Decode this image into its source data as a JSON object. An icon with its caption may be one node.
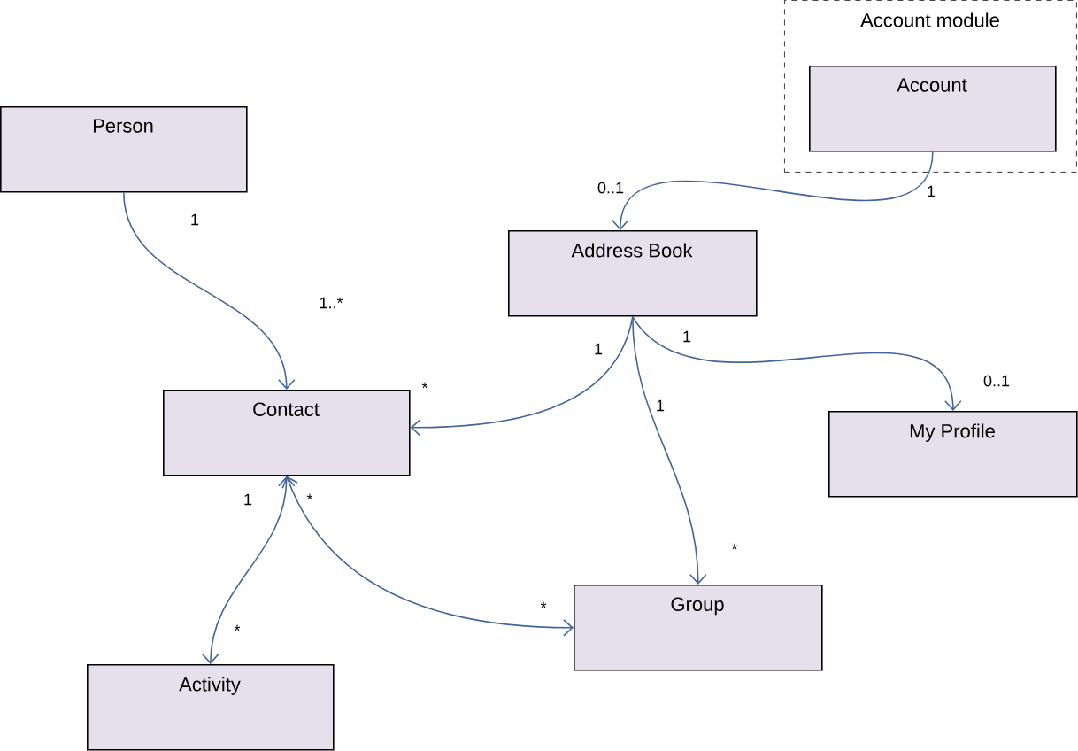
{
  "diagram": {
    "nodes": [
      {
        "text": [
          "Account module"
        ]
      },
      {
        "text": [
          "Account"
        ],
        "in": 0
      },
      {
        "text": [
          "Person"
        ]
      },
      {
        "text": [
          "Address Book"
        ]
      },
      {
        "text": [
          "Contact"
        ]
      },
      {
        "text": [
          "My Profile"
        ]
      },
      {
        "text": [
          "Group"
        ]
      },
      {
        "text": [
          "Activity"
        ]
      }
    ],
    "edges": [
      {
        "from": 1,
        "to": 3,
        "arrow": "to"
      },
      {
        "from": 2,
        "to": 4,
        "arrow": "to"
      },
      {
        "from": 3,
        "to": 4,
        "arrow": "to"
      },
      {
        "from": 3,
        "to": 5,
        "arrow": "to"
      },
      {
        "from": 3,
        "to": 6,
        "arrow": "to"
      },
      {
        "from": 4,
        "to": 7,
        "arrow": "both"
      },
      {
        "from": 4,
        "to": 6,
        "arrow": "both"
      }
    ],
    "labels": [
      "0..1",
      "1",
      "1",
      "1..*",
      "1",
      "1",
      "0..1",
      "*",
      "1",
      "1",
      "*",
      "*",
      "*",
      "*"
    ]
  }
}
